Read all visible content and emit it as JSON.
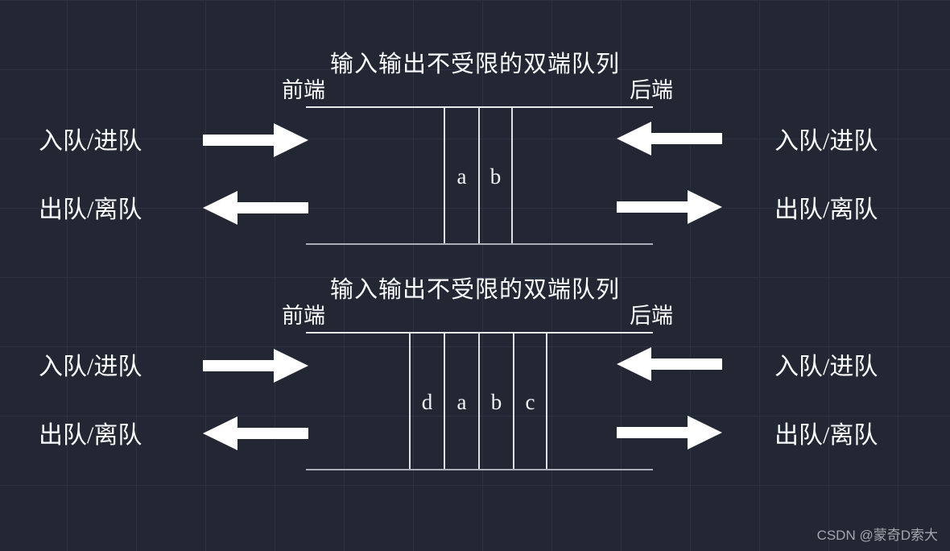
{
  "page": {
    "background_color": "#222733",
    "grid_color": "#2c3241",
    "queue_line_color": "#dde0e5",
    "text_color": "#fbfcfd",
    "arrow_color": "#ffffff"
  },
  "watermark": {
    "text": "CSDN @蒙奇D索大",
    "color": "#a2a7ae"
  },
  "diagrams": [
    {
      "title": "输入输出不受限的双端队列",
      "front_label": "前端",
      "back_label": "后端",
      "cells": [
        "a",
        "b"
      ],
      "left": {
        "enqueue_label": "入队/进队",
        "dequeue_label": "出队/离队"
      },
      "right": {
        "enqueue_label": "入队/进队",
        "dequeue_label": "出队/离队"
      }
    },
    {
      "title": "输入输出不受限的双端队列",
      "front_label": "前端",
      "back_label": "后端",
      "cells": [
        "d",
        "a",
        "b",
        "c"
      ],
      "left": {
        "enqueue_label": "入队/进队",
        "dequeue_label": "出队/离队"
      },
      "right": {
        "enqueue_label": "入队/进队",
        "dequeue_label": "出队/离队"
      }
    }
  ]
}
